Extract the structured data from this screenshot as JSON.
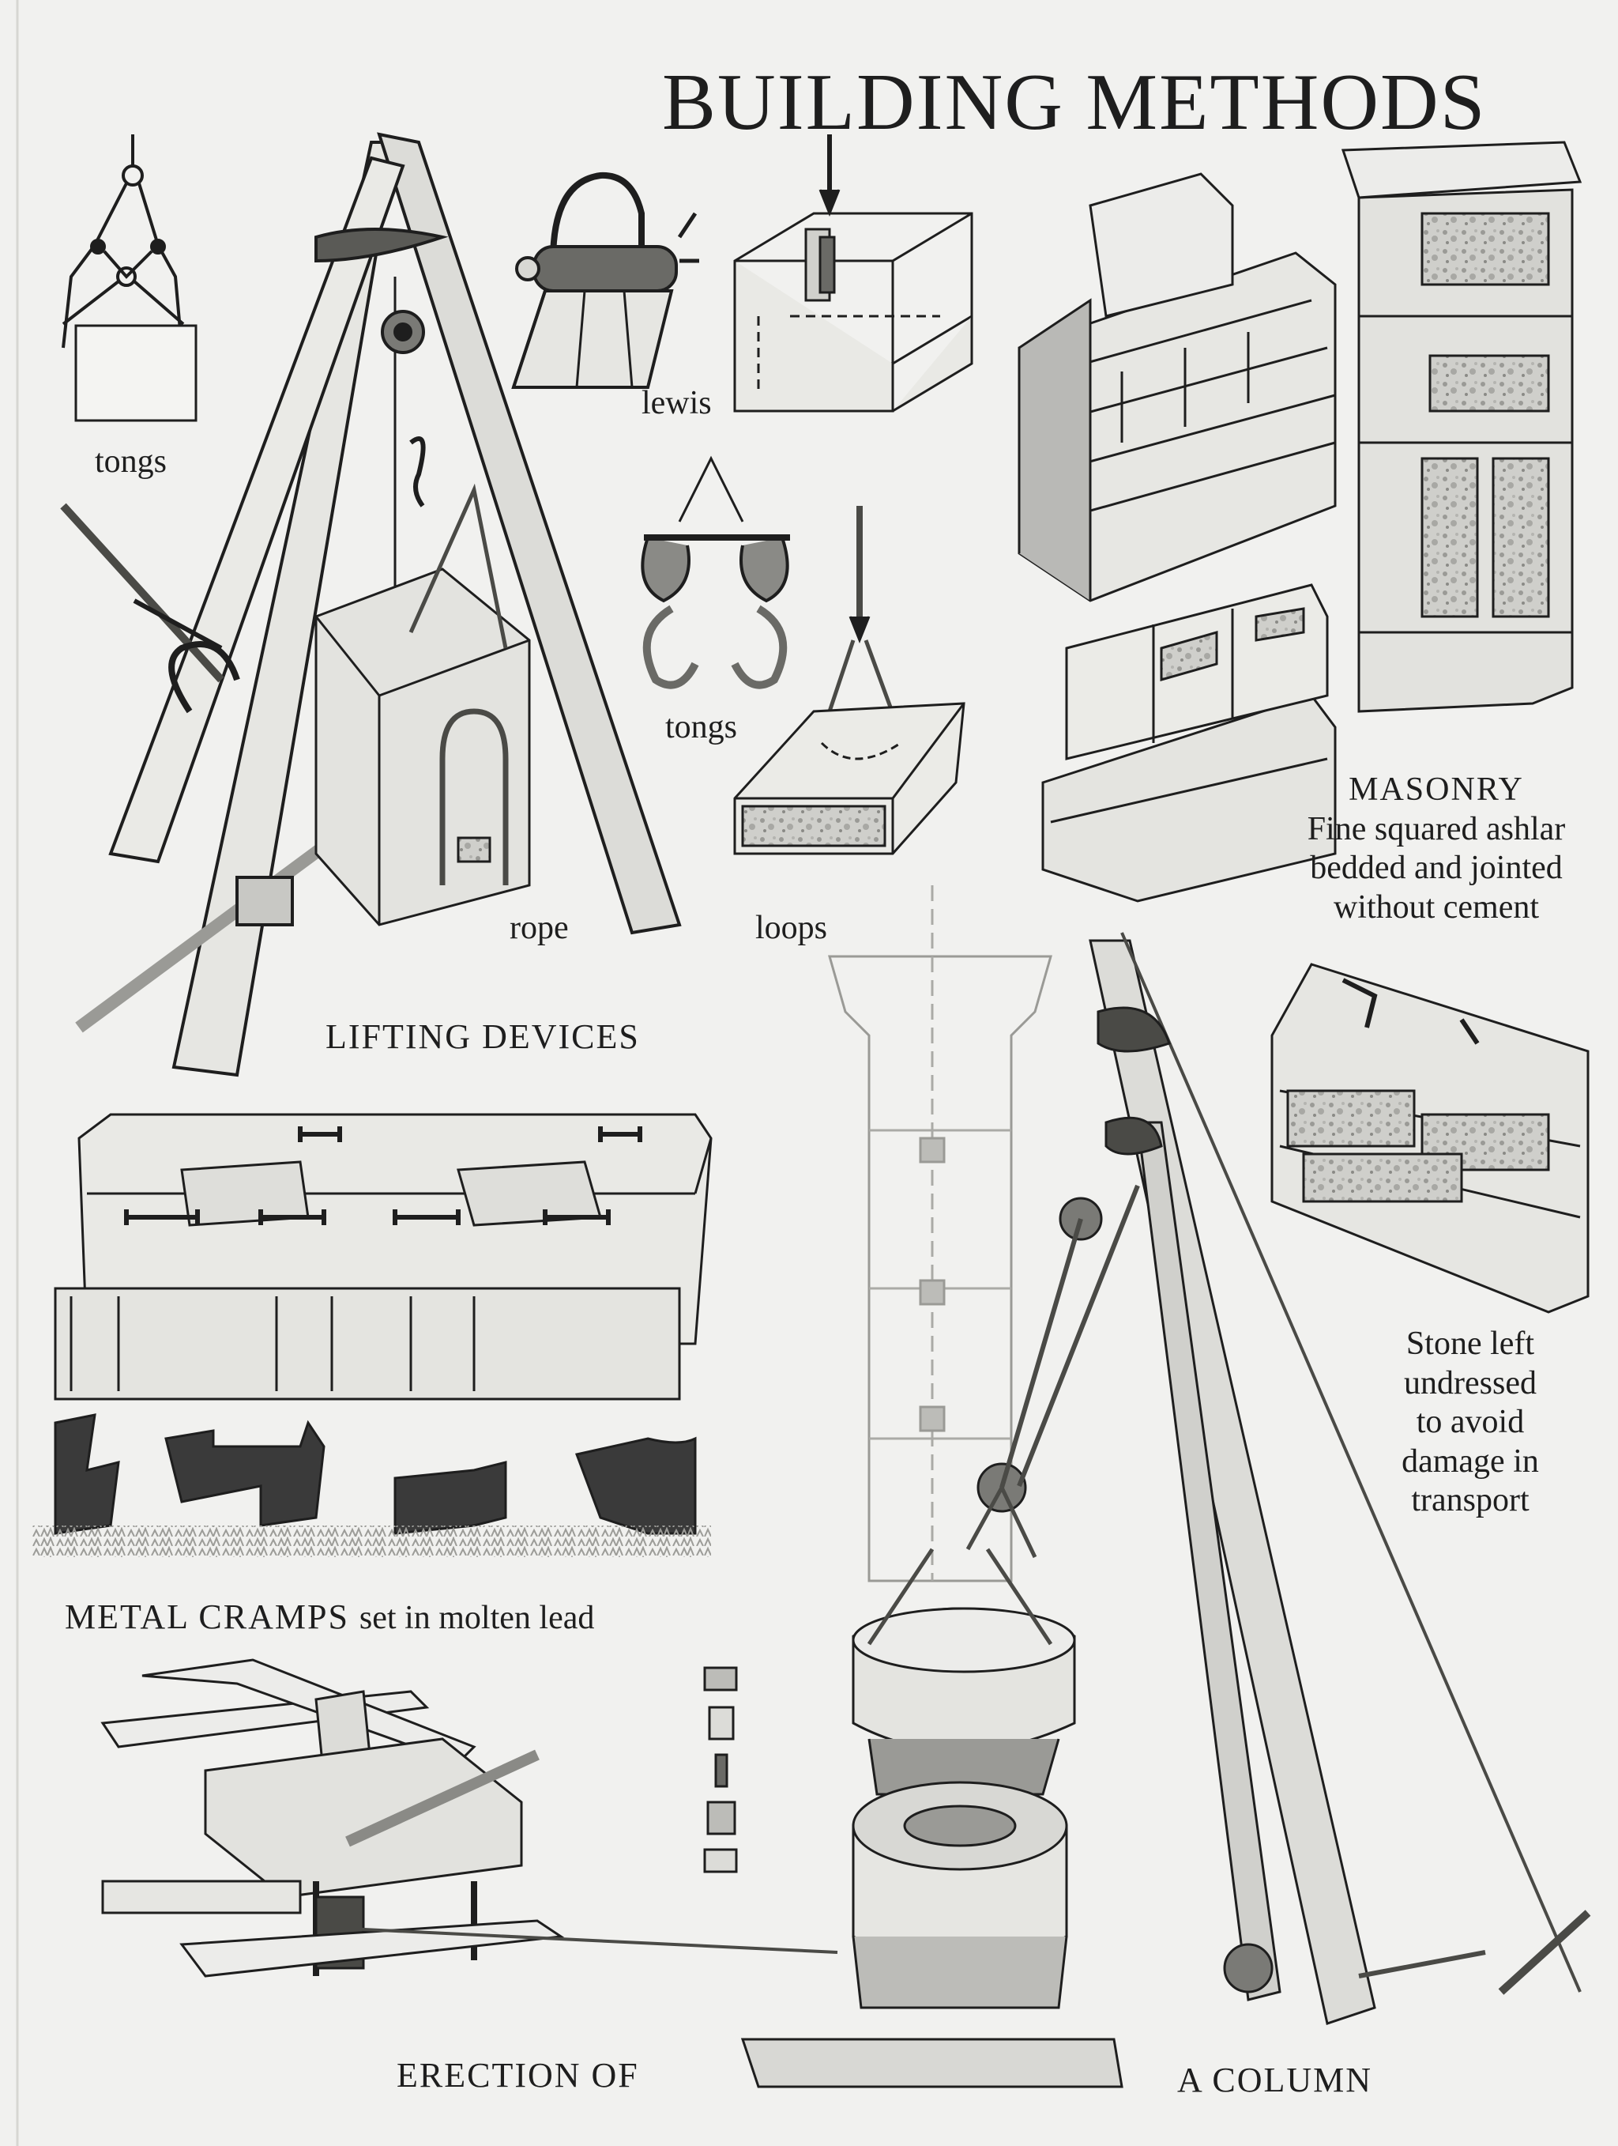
{
  "title": "BUILDING METHODS",
  "labels": {
    "tongs_top": "tongs",
    "lewis": "lewis",
    "tongs_middle": "tongs",
    "rope": "rope",
    "loops": "loops",
    "lifting_devices": "LIFTING DEVICES",
    "masonry_heading": "MASONRY",
    "masonry_line1": "Fine squared ashlar",
    "masonry_line2": "bedded and jointed",
    "masonry_line3": "without cement",
    "stone_line1": "Stone left",
    "stone_line2": "undressed",
    "stone_line3": "to avoid",
    "stone_line4": "damage in",
    "stone_line5": "transport",
    "metal_cramps": "METAL CRAMPS",
    "metal_cramps_sub": "set in molten lead",
    "erection_of": "ERECTION OF",
    "a_column": "A COLUMN"
  },
  "colors": {
    "paper": "#f1f1ef",
    "ink": "#1e1e1e",
    "stone_light": "#ececea",
    "stone_shade": "#b9b9b6",
    "stone_dark": "#8e8e8a",
    "metal": "#3a3a3a"
  }
}
